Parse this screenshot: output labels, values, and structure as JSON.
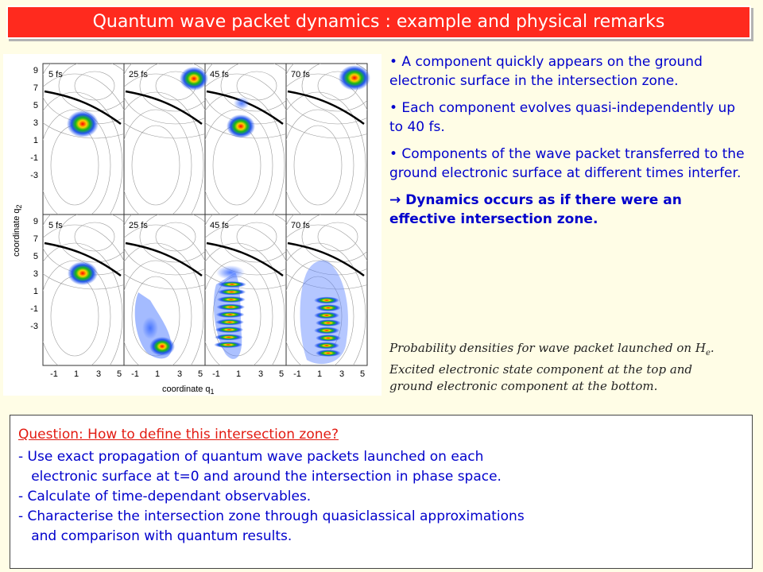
{
  "title": "Quantum wave packet dynamics : example and physical remarks",
  "figure": {
    "panel_times_top": [
      "5 fs",
      "25 fs",
      "45 fs",
      "70 fs"
    ],
    "panel_times_bottom": [
      "5 fs",
      "25 fs",
      "45 fs",
      "70 fs"
    ],
    "y_ticks": [
      "9",
      "7",
      "5",
      "3",
      "1",
      "-1",
      "-3"
    ],
    "x_ticks": [
      "-1",
      "1",
      "3",
      "5"
    ],
    "ylabel_main": "coordinate q",
    "ylabel_sub": "2",
    "xlabel_main": "coordinate q",
    "xlabel_sub": "1"
  },
  "bullets": [
    "• A component quickly appears on the ground electronic surface in the intersection zone.",
    "• Each component evolves quasi-independently up to 40 fs.",
    "• Components of the wave packet transferred to the ground electronic surface at different times interfer."
  ],
  "conclusion": "→ Dynamics occurs as if there were an effective intersection zone.",
  "caption": {
    "line1": "Probability densities for wave packet launched on H",
    "line1_sub": "e",
    "line1_end": ".",
    "line2": "Excited electronic state component at the top and",
    "line3": "ground electronic component at the bottom."
  },
  "question": {
    "heading": "Question: How to define this intersection zone?",
    "lines": [
      "- Use exact propagation of quantum wave packets launched on each",
      "   electronic surface at t=0 and around the intersection in phase space.",
      "- Calculate of time-dependant observables.",
      "- Characterise the intersection zone through quasiclassical approximations",
      "   and comparison with quantum results."
    ]
  },
  "colors": {
    "title_bg": "#ff2a1e",
    "text_blue": "#0000cc",
    "question_red": "#e21b12",
    "background": "#fffde6"
  }
}
